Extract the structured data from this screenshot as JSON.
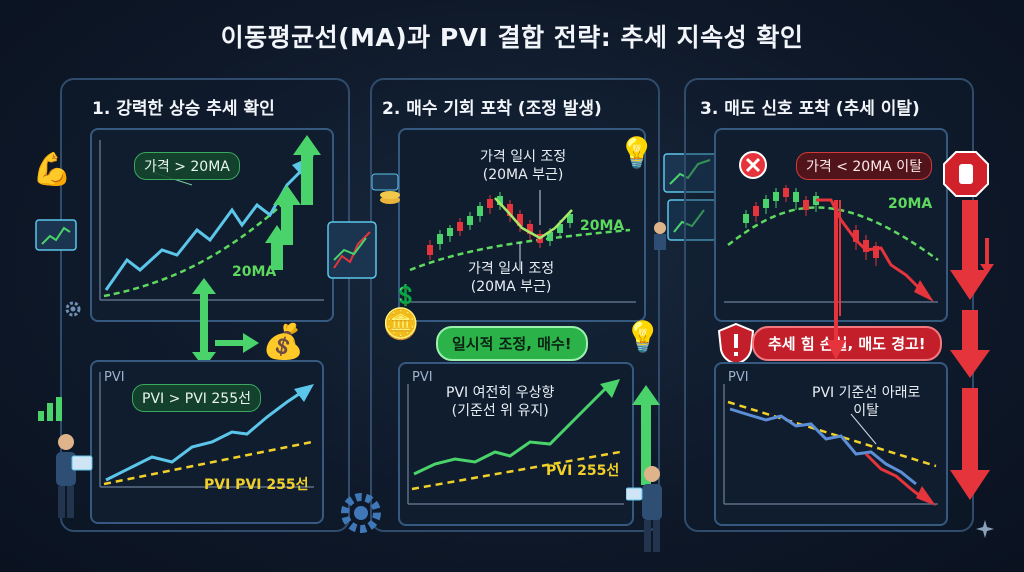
{
  "title": "이동평균선(MA)과 PVI 결합 전략: 추세 지속성 확인",
  "sections": [
    {
      "heading": "1. 강력한 상승 추세 확인",
      "price_tag": "가격 > 20MA",
      "ma_label": "20MA",
      "pvi_panel_label": "PVI",
      "pvi_tag": "PVI > PVI 255선",
      "pvi_line_label": "PVI PVI 255선"
    },
    {
      "heading": "2. 매수 기회 포착 (조정 발생)",
      "price_note_top": "가격 일시 조정\n(20MA 부근)",
      "ma_label": "20MA",
      "price_note_bottom": "가격 일시 조정\n(20MA 부근)",
      "banner": "일시적 조정, 매수!",
      "pvi_panel_label": "PVI",
      "pvi_note": "PVI 여전히 우상향\n(기준선 위 유지)",
      "pvi_line_label": "PVI 255선"
    },
    {
      "heading": "3. 매도 신호 포착 (추세 이탈)",
      "price_tag": "가격 < 20MA 이탈",
      "ma_label": "20MA",
      "banner": "추세 힘 손실, 매도 경고!",
      "pvi_panel_label": "PVI",
      "pvi_note": "PVI 기준선 아래로\n이탈"
    }
  ],
  "colors": {
    "up_green": "#49d36a",
    "down_red": "#e5343c",
    "ma_green": "#5fd85f",
    "pvi_yellow": "#f2d02a",
    "price_blue": "#5cc6ea",
    "panel_border": "#35597f"
  },
  "icons": [
    "flexed-arm-icon",
    "money-bag-icon",
    "coin-stack-icon",
    "lightbulb-icon",
    "stop-hand-icon",
    "warning-shield-icon",
    "x-mark-icon",
    "gear-icon",
    "sparkle-icon"
  ]
}
